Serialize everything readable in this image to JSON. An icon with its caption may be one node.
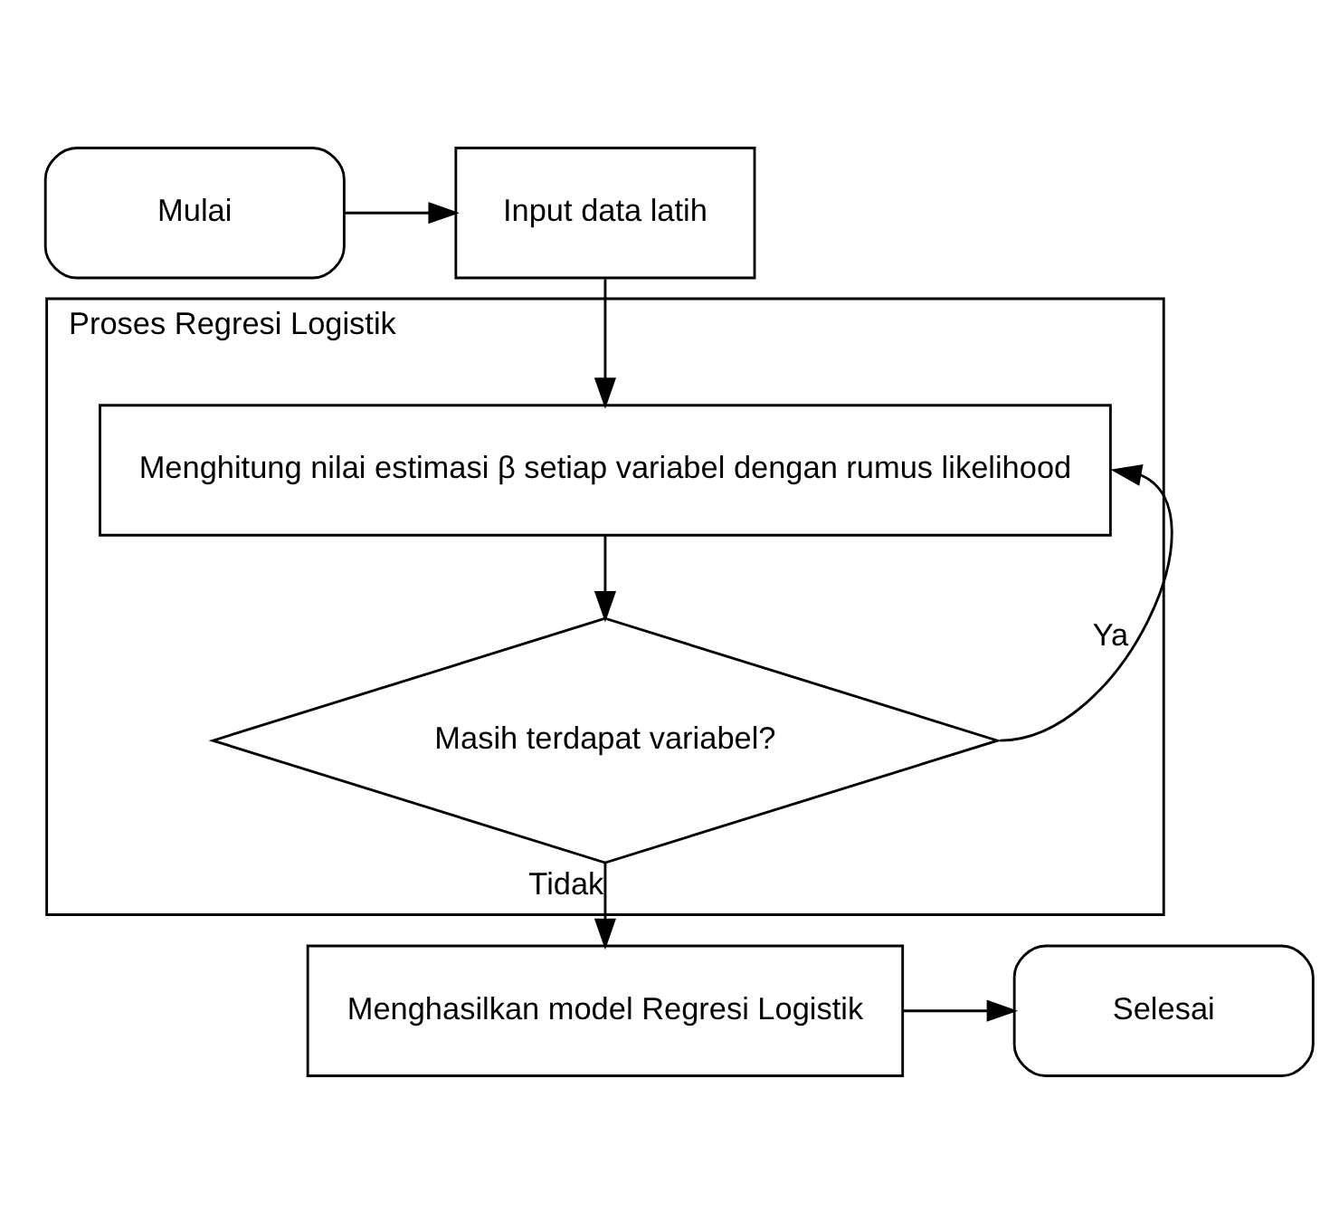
{
  "diagram": {
    "nodes": [
      {
        "text": [
          "Mulai"
        ]
      },
      {
        "text": [
          "Input data latih"
        ]
      },
      {
        "text": [
          "Proses Regresi Logistik"
        ]
      },
      {
        "text": [
          "Menghitung nilai estimasi β setiap variabel dengan rumus likelihood"
        ],
        "in": 2
      },
      {
        "text": [
          "Masih terdapat variabel?"
        ],
        "in": 2
      },
      {
        "text": [
          "Menghasilkan model Regresi Logistik"
        ]
      },
      {
        "text": [
          "Selesai"
        ]
      }
    ],
    "edges": [
      {
        "from": 0,
        "to": 1,
        "arrow": "to"
      },
      {
        "from": 1,
        "to": 3,
        "arrow": "to"
      },
      {
        "from": 3,
        "to": 4,
        "arrow": "to"
      },
      {
        "from": 4,
        "to": 3,
        "arrow": "to",
        "label": "Ya"
      },
      {
        "from": 4,
        "to": 5,
        "arrow": "to",
        "label": "Tidak"
      },
      {
        "from": 5,
        "to": 6,
        "arrow": "to"
      }
    ]
  }
}
